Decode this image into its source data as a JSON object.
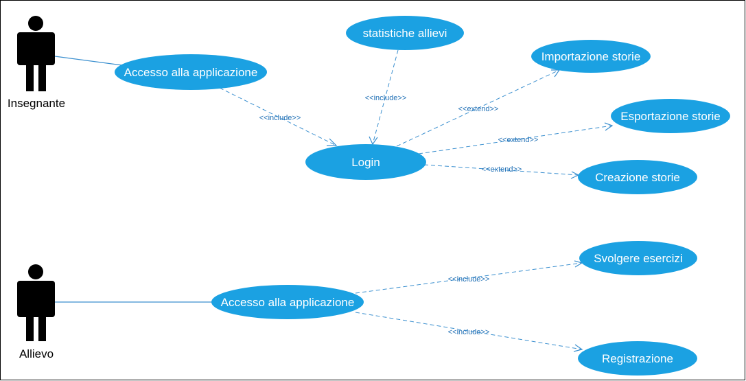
{
  "actors": {
    "teacher": {
      "label": "Insegnante"
    },
    "student": {
      "label": "Allievo"
    }
  },
  "use_cases": {
    "teacher_access": "Accesso alla applicazione",
    "stats": "statistiche allievi",
    "import": "Importazione storie",
    "export": "Esportazione storie",
    "login": "Login",
    "create": "Creazione storie",
    "exercises": "Svolgere esercizi",
    "student_access": "Accesso alla applicazione",
    "register": "Registrazione"
  },
  "relations": {
    "access_login": "<<include>>",
    "stats_login": "<<include>>",
    "login_import": "<<extend>>",
    "login_export": "<<extend>>",
    "login_create": "<<extend>>",
    "student_exercises": "<<include>>",
    "student_register": "<<include>>"
  },
  "colors": {
    "use_case_fill": "#1ba1e2",
    "connector": "#3a8fcf",
    "relation_text": "#1f6fb5"
  }
}
